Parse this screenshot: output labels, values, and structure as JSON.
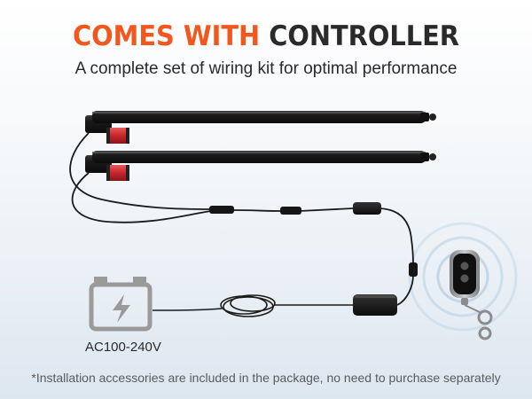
{
  "headline": {
    "accent_text": "COMES WITH",
    "dark_text": "CONTROLLER"
  },
  "subtitle": "A complete set of wiring kit for optimal performance",
  "power_supply_label": "AC100-240V",
  "footnote": "*Installation accessories are included in the package, no need to purchase separately",
  "colors": {
    "accent": "#f2581e",
    "text_dark": "#2a2a2a",
    "footnote_text": "#5a5a5a",
    "actuator_body": "#1c1c1c",
    "motor_band": "#c8262b",
    "signal_rings": "#b3cce0",
    "battery_icon": "#9a9a9a"
  },
  "icons": {
    "battery": "battery-lightning-icon",
    "signal": "wireless-signal-icon",
    "remote": "remote-control-icon"
  }
}
